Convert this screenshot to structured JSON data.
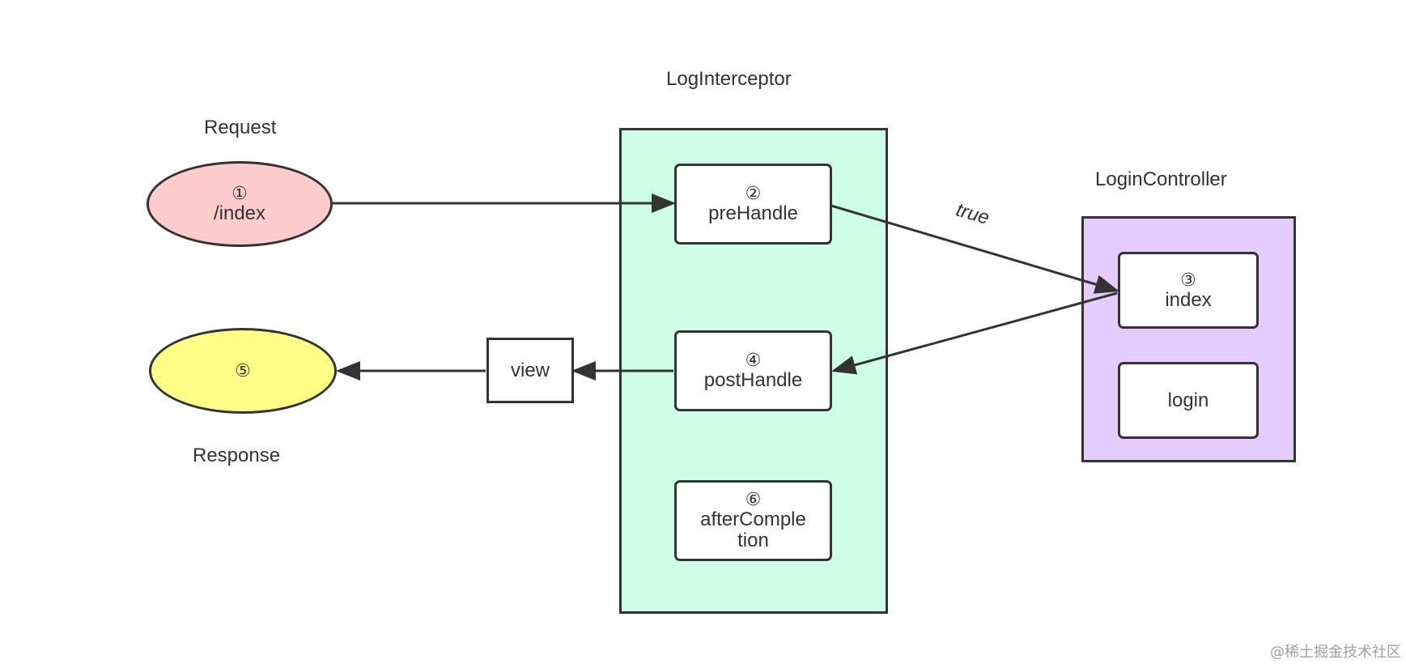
{
  "request": {
    "label": "Request",
    "number": "①",
    "path": "/index",
    "fill": "#ffcccc"
  },
  "response": {
    "label": "Response",
    "number": "⑤",
    "fill": "#ffff88"
  },
  "interceptor": {
    "title": "LogInterceptor",
    "fill": "#ccffe6",
    "pre": {
      "number": "②",
      "label": "preHandle"
    },
    "post": {
      "number": "④",
      "label": "postHandle"
    },
    "after": {
      "number": "⑥",
      "line1": "afterComple",
      "line2": "tion"
    }
  },
  "controller": {
    "title": "LoginController",
    "fill": "#e5ccff",
    "index": {
      "number": "③",
      "label": "index"
    },
    "login": {
      "label": "login"
    }
  },
  "view": {
    "label": "view"
  },
  "edge_true": {
    "label": "true"
  },
  "watermark": "@稀土掘金技术社区"
}
